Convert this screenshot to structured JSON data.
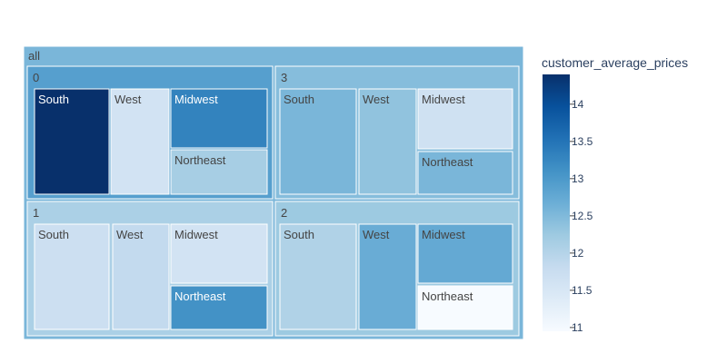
{
  "chart_data": {
    "type": "treemap",
    "root_label": "all",
    "colorbar": {
      "title": "customer_average_prices",
      "range": [
        10.95,
        14.4
      ],
      "ticks": [
        11,
        11.5,
        12,
        12.5,
        13,
        13.5,
        14
      ],
      "colors": [
        "#f7fbff",
        "#deebf7",
        "#c6dbef",
        "#9ecae1",
        "#6baed6",
        "#4292c6",
        "#2171b5",
        "#08519c",
        "#08306b"
      ]
    },
    "root_value": 12.55,
    "groups": [
      {
        "name": "0",
        "value": 12.9,
        "children": [
          {
            "name": "South",
            "value": 14.4
          },
          {
            "name": "West",
            "value": 11.6
          },
          {
            "name": "Midwest",
            "value": 13.3
          },
          {
            "name": "Northeast",
            "value": 12.15
          }
        ]
      },
      {
        "name": "3",
        "value": 12.45,
        "children": [
          {
            "name": "South",
            "value": 12.55
          },
          {
            "name": "West",
            "value": 12.35
          },
          {
            "name": "Midwest",
            "value": 11.65
          },
          {
            "name": "Northeast",
            "value": 12.55
          }
        ]
      },
      {
        "name": "1",
        "value": 12.1,
        "children": [
          {
            "name": "South",
            "value": 11.7
          },
          {
            "name": "West",
            "value": 11.85
          },
          {
            "name": "Midwest",
            "value": 11.6
          },
          {
            "name": "Northeast",
            "value": 13.1
          }
        ]
      },
      {
        "name": "2",
        "value": 12.25,
        "children": [
          {
            "name": "South",
            "value": 12.05
          },
          {
            "name": "West",
            "value": 12.7
          },
          {
            "name": "Midwest",
            "value": 12.75
          },
          {
            "name": "Northeast",
            "value": 10.95
          }
        ]
      }
    ]
  }
}
